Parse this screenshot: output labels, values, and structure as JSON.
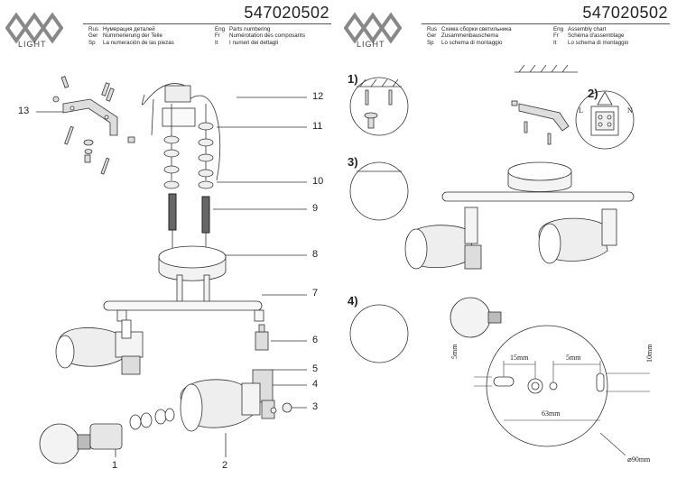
{
  "brand": {
    "text": "LIGHT"
  },
  "left": {
    "code": "547020502",
    "legend": [
      {
        "k1": "Rus",
        "t1": "Нумерация деталей",
        "k2": "Eng",
        "t2": "Parts numbering"
      },
      {
        "k1": "Ger",
        "t1": "Nummerierung der Teile",
        "k2": "Fr",
        "t2": "Numérotation des composants"
      },
      {
        "k1": "Sp",
        "t1": "La numeración de las piezas",
        "k2": "It",
        "t2": "I numeri dei dettagli"
      }
    ],
    "labels": {
      "n1": "1",
      "n2": "2",
      "n3": "3",
      "n4": "4",
      "n5": "5",
      "n6": "6",
      "n7": "7",
      "n8": "8",
      "n9": "9",
      "n10": "10",
      "n11": "11",
      "n12": "12",
      "n13": "13"
    }
  },
  "right": {
    "code": "547020502",
    "legend": [
      {
        "k1": "Rus",
        "t1": "Схема сборки светильника",
        "k2": "Eng",
        "t2": "Assembly chart"
      },
      {
        "k1": "Ger",
        "t1": "Zusammenbauschema",
        "k2": "Fr",
        "t2": "Schéma d'assemblage"
      },
      {
        "k1": "Sp",
        "t1": "Lo schema di montaggio",
        "k2": "It",
        "t2": "Lo schema di montaggio"
      }
    ],
    "steps": {
      "s1": "1)",
      "s2": "2)",
      "s3": "3)",
      "s4": "4)"
    },
    "wiring": {
      "l": "L",
      "n": "N"
    },
    "dims": {
      "d5a": "5mm",
      "d15": "15mm",
      "d5b": "5mm",
      "d10": "10mm",
      "d63": "63mm",
      "d90": "⌀90mm"
    }
  }
}
